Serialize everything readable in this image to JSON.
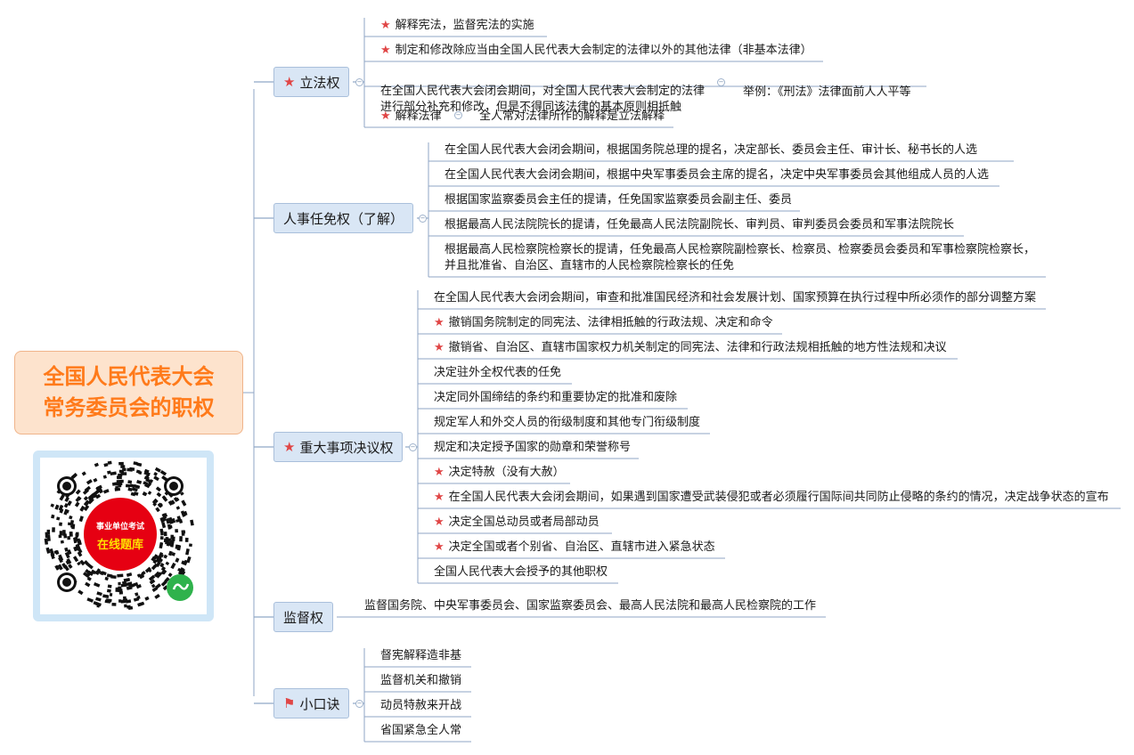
{
  "root": {
    "title": "全国人民代表大会\n常务委员会的职权"
  },
  "qr": {
    "line1": "事业单位考试",
    "line2": "在线题库",
    "colors": {
      "ring": "#e60012",
      "text1": "#ffffff",
      "text2": "#ffe100",
      "badge": "#2fb24c"
    }
  },
  "colors": {
    "root_text": "#ff7a1a",
    "root_fill": "#fde3cd",
    "branch_fill": "#d9e6f5",
    "line": "#8fa6c6",
    "icon": "#e04646"
  },
  "branches": [
    {
      "id": "lifa",
      "label": "立法权",
      "icon": "star-icon",
      "items": [
        {
          "text": "解释宪法，监督宪法的实施",
          "icon": "star-icon"
        },
        {
          "text": "制定和修改除应当由全国人民代表大会制定的法律以外的其他法律（非基本法律）",
          "icon": "star-icon"
        },
        {
          "text": "在全国人民代表大会闭会期间，对全国人民代表大会制定的法律\n进行部分补充和修改，但是不得同该法律的基本原则相抵触",
          "icon": "",
          "child": "举例：《刑法》法律面前人人平等"
        },
        {
          "text": "解释法律",
          "icon": "star-icon",
          "child": "全人常对法律所作的解释是立法解释"
        }
      ]
    },
    {
      "id": "renshi",
      "label": "人事任免权（了解）",
      "icon": "",
      "items": [
        {
          "text": "在全国人民代表大会闭会期间，根据国务院总理的提名，决定部长、委员会主任、审计长、秘书长的人选",
          "icon": ""
        },
        {
          "text": "在全国人民代表大会闭会期间，根据中央军事委员会主席的提名，决定中央军事委员会其他组成人员的人选",
          "icon": ""
        },
        {
          "text": "根据国家监察委员会主任的提请，任免国家监察委员会副主任、委员",
          "icon": ""
        },
        {
          "text": "根据最高人民法院院长的提请，任免最高人民法院副院长、审判员、审判委员会委员和军事法院院长",
          "icon": ""
        },
        {
          "text": "根据最高人民检察院检察长的提请，任免最高人民检察院副检察长、检察员、检察委员会委员和军事检察院检察长，\n并且批准省、自治区、直辖市的人民检察院检察长的任免",
          "icon": ""
        }
      ]
    },
    {
      "id": "zhongda",
      "label": "重大事项决议权",
      "icon": "star-icon",
      "items": [
        {
          "text": "在全国人民代表大会闭会期间，审查和批准国民经济和社会发展计划、国家预算在执行过程中所必须作的部分调整方案",
          "icon": ""
        },
        {
          "text": "撤销国务院制定的同宪法、法律相抵触的行政法规、决定和命令",
          "icon": "star-icon"
        },
        {
          "text": "撤销省、自治区、直辖市国家权力机关制定的同宪法、法律和行政法规相抵触的地方性法规和决议",
          "icon": "star-icon"
        },
        {
          "text": "决定驻外全权代表的任免",
          "icon": ""
        },
        {
          "text": "决定同外国缔结的条约和重要协定的批准和废除",
          "icon": ""
        },
        {
          "text": "规定军人和外交人员的衔级制度和其他专门衔级制度",
          "icon": ""
        },
        {
          "text": "规定和决定授予国家的勋章和荣誉称号",
          "icon": ""
        },
        {
          "text": "决定特赦（没有大赦）",
          "icon": "star-icon"
        },
        {
          "text": "在全国人民代表大会闭会期间，如果遇到国家遭受武装侵犯或者必须履行国际间共同防止侵略的条约的情况，决定战争状态的宣布",
          "icon": "star-icon"
        },
        {
          "text": "决定全国总动员或者局部动员",
          "icon": "star-icon"
        },
        {
          "text": "决定全国或者个别省、自治区、直辖市进入紧急状态",
          "icon": "star-icon"
        },
        {
          "text": "全国人民代表大会授予的其他职权",
          "icon": ""
        }
      ]
    },
    {
      "id": "jiandu",
      "label": "监督权",
      "icon": "",
      "items": [
        {
          "text": "监督国务院、中央军事委员会、国家监察委员会、最高人民法院和最高人民检察院的工作",
          "icon": ""
        }
      ]
    },
    {
      "id": "koujue",
      "label": "小口诀",
      "icon": "flag-icon",
      "items": [
        {
          "text": "督宪解释造非基",
          "icon": ""
        },
        {
          "text": "监督机关和撤销",
          "icon": ""
        },
        {
          "text": "动员特赦来开战",
          "icon": ""
        },
        {
          "text": "省国紧急全人常",
          "icon": ""
        }
      ]
    }
  ]
}
